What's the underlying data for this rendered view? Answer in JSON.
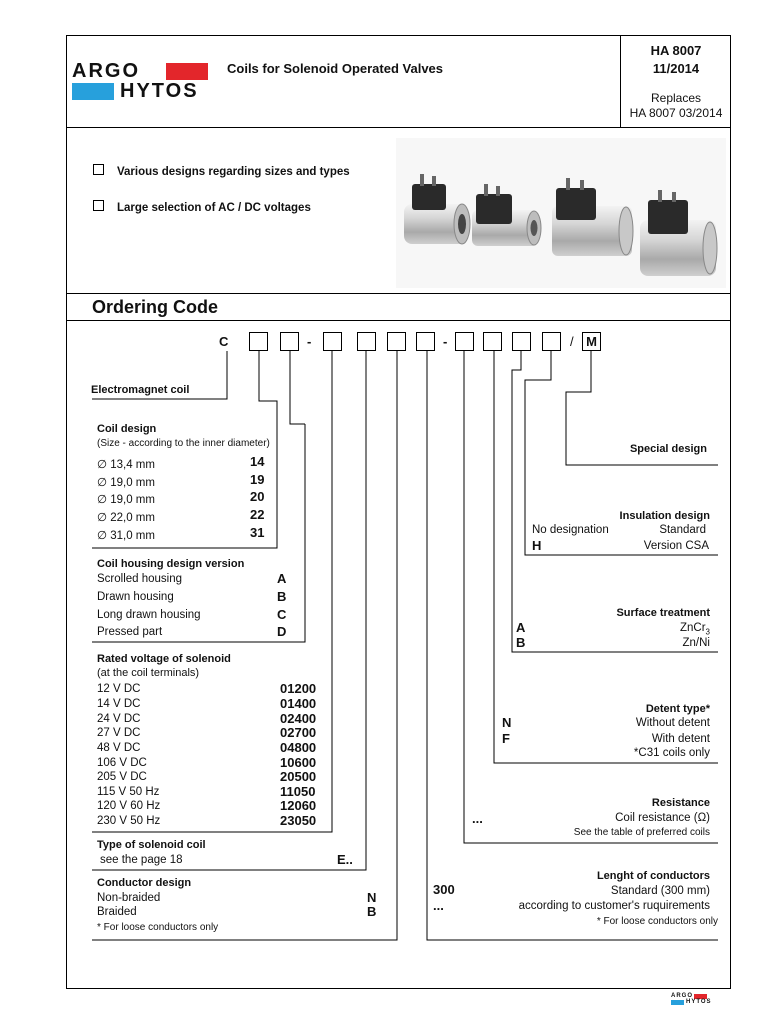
{
  "header": {
    "logo_top": "ARGO",
    "logo_bottom": "HYTOS",
    "title": "Coils for Solenoid Operated Valves",
    "doc_number": "HA 8007",
    "doc_date": "11/2014",
    "replaces_label": "Replaces",
    "replaces_value": "HA 8007 03/2014"
  },
  "features": [
    {
      "icon": "checkbox-icon",
      "text": "Various designs regarding sizes and types"
    },
    {
      "icon": "checkbox-icon",
      "text": "Large selection of AC / DC voltages"
    }
  ],
  "ordering": {
    "title": "Ordering Code",
    "code_prefix": "C",
    "dash": "-",
    "slash": "/",
    "code_suffix": "M"
  },
  "left": {
    "electromagnet": "Electromagnet coil",
    "coil_design": {
      "title": "Coil design",
      "subtitle": "(Size - according to the inner diameter)",
      "rows": [
        {
          "label": "∅ 13,4 mm",
          "code": "14"
        },
        {
          "label": "∅ 19,0 mm",
          "code": "19"
        },
        {
          "label": "∅ 19,0 mm",
          "code": "20"
        },
        {
          "label": "∅ 22,0 mm",
          "code": "22"
        },
        {
          "label": "∅ 31,0 mm",
          "code": "31"
        }
      ]
    },
    "housing": {
      "title": "Coil housing design version",
      "rows": [
        {
          "label": "Scrolled housing",
          "code": "A"
        },
        {
          "label": "Drawn housing",
          "code": "B"
        },
        {
          "label": "Long drawn housing",
          "code": "C"
        },
        {
          "label": "Pressed part",
          "code": "D"
        }
      ]
    },
    "voltage": {
      "title": "Rated voltage of solenoid",
      "subtitle": "(at the coil terminals)",
      "rows": [
        {
          "label": "12 V DC",
          "code": "01200"
        },
        {
          "label": "14 V DC",
          "code": "01400"
        },
        {
          "label": "24 V DC",
          "code": "02400"
        },
        {
          "label": "27 V DC",
          "code": "02700"
        },
        {
          "label": "48 V DC",
          "code": "04800"
        },
        {
          "label": "106 V DC",
          "code": "10600"
        },
        {
          "label": "205 V DC",
          "code": "20500"
        },
        {
          "label": "115 V 50 Hz",
          "code": "11050"
        },
        {
          "label": "120 V 60 Hz",
          "code": "12060"
        },
        {
          "label": "230 V 50 Hz",
          "code": "23050"
        }
      ]
    },
    "type": {
      "title": "Type of solenoid coil",
      "label": "see the page 18",
      "code": "E.."
    },
    "conductor": {
      "title": "Conductor design",
      "rows": [
        {
          "label": "Non-braided",
          "code": "N"
        },
        {
          "label": "Braided",
          "code": "B"
        }
      ],
      "note": "* For loose conductors only"
    }
  },
  "right": {
    "special": {
      "title": "Special design"
    },
    "insulation": {
      "title": "Insulation design",
      "rows": [
        {
          "code": "",
          "label": "No designation",
          "value": "Standard"
        },
        {
          "code": "H",
          "label": "",
          "value": "Version CSA"
        }
      ]
    },
    "surface": {
      "title": "Surface treatment",
      "rows": [
        {
          "code": "A",
          "value": "ZnCr",
          "sub": "3"
        },
        {
          "code": "B",
          "value": "Zn/Ni",
          "sub": ""
        }
      ]
    },
    "detent": {
      "title": "Detent type*",
      "rows": [
        {
          "code": "N",
          "value": "Without detent"
        },
        {
          "code": "F",
          "value": "With detent"
        }
      ],
      "note": "*C31 coils only"
    },
    "resistance": {
      "title": "Resistance",
      "code": "...",
      "value": "Coil resistance (Ω)",
      "note": "See the table of preferred coils"
    },
    "length": {
      "title": "Lenght of conductors",
      "rows": [
        {
          "code": "300",
          "value": "Standard  (300 mm)"
        },
        {
          "code": "...",
          "value": "according to customer's ruquirements"
        }
      ],
      "note": "* For loose conductors only"
    }
  },
  "footer": {
    "logo_top": "ARGO",
    "logo_bottom": "HYTOS"
  },
  "colors": {
    "argo_red": "#e3262b",
    "hytos_blue": "#27a0dc"
  }
}
